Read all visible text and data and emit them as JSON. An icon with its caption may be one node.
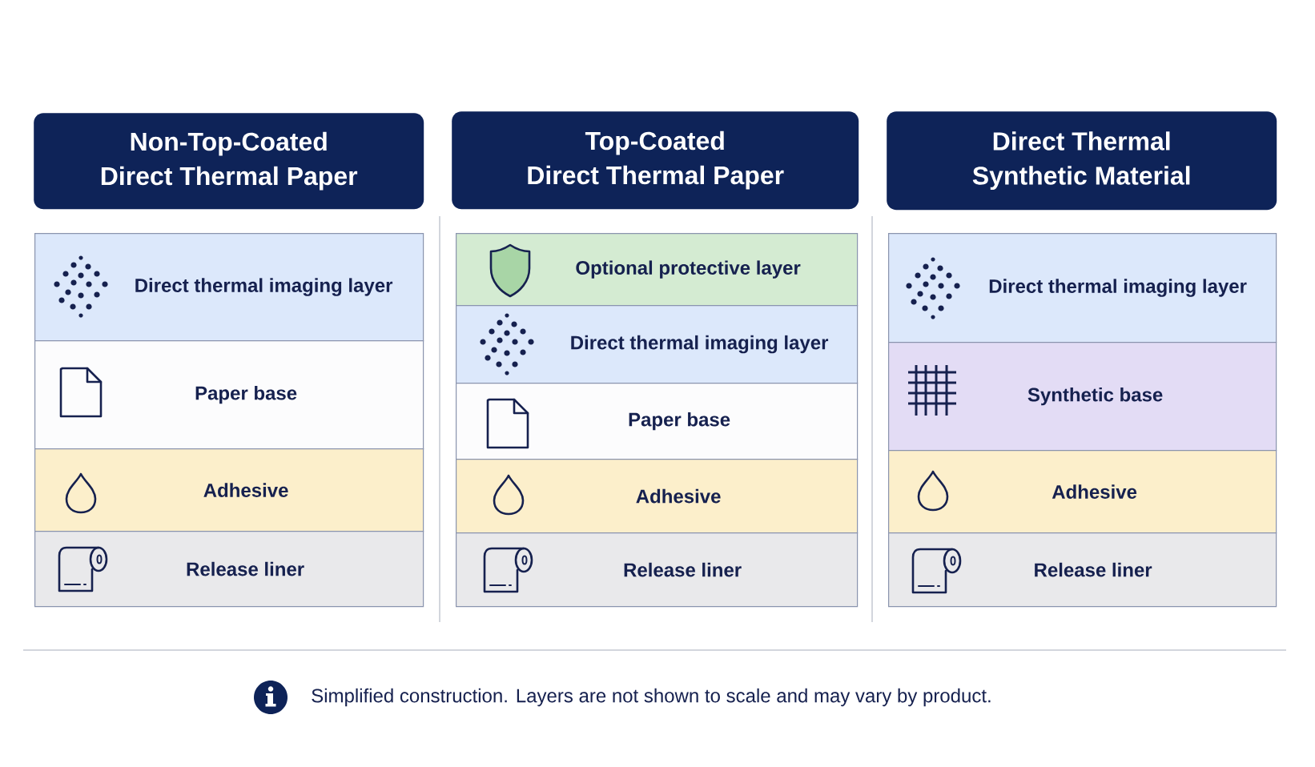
{
  "diagram": {
    "nodes": [
      {
        "text": [
          "Non-Top-Coated Direct Thermal Paper"
        ]
      },
      {
        "text": [
          "Direct thermal imaging layer"
        ]
      },
      {
        "text": [
          "Paper base"
        ]
      },
      {
        "text": [
          "Adhesive"
        ]
      },
      {
        "text": [
          "Release liner"
        ]
      },
      {
        "text": [
          "Top-Coated Direct Thermal Paper"
        ]
      },
      {
        "text": [
          "Optional protective layer"
        ]
      },
      {
        "text": [
          "Direct thermal imaging layer"
        ]
      },
      {
        "text": [
          "Paper base"
        ]
      },
      {
        "text": [
          "Adhesive"
        ]
      },
      {
        "text": [
          "Release liner"
        ]
      },
      {
        "text": [
          "Direct Thermal Synthetic Material"
        ]
      },
      {
        "text": [
          "Direct thermal imaging layer"
        ]
      },
      {
        "text": [
          "Synthetic base"
        ]
      },
      {
        "text": [
          "Adhesive"
        ]
      },
      {
        "text": [
          "Release liner"
        ]
      }
    ],
    "labels": [
      "Simplified construction. Layers are not shown to scale and may vary by product."
    ]
  }
}
